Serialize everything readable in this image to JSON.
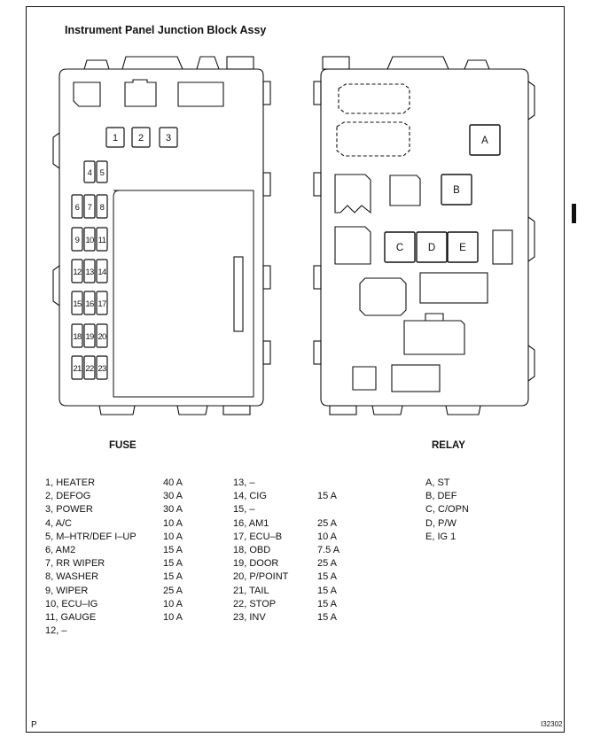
{
  "title": "Instrument Panel Junction Block Assy",
  "corner_left": "P",
  "corner_right": "I32302",
  "diagram": {
    "top_fuses": [
      "1",
      "2",
      "3"
    ],
    "fuse_pair": [
      "4",
      "5"
    ],
    "fuse_rows": [
      [
        "6",
        "7",
        "8"
      ],
      [
        "9",
        "10",
        "11"
      ],
      [
        "12",
        "13",
        "14"
      ],
      [
        "15",
        "16",
        "17"
      ],
      [
        "18",
        "19",
        "20"
      ],
      [
        "21",
        "22",
        "23"
      ]
    ],
    "relays": [
      "A",
      "B",
      "C",
      "D",
      "E"
    ]
  },
  "fuse_heading": "FUSE",
  "relay_heading": "RELAY",
  "fuse_col1": [
    "1, HEATER",
    "2, DEFOG",
    "3, POWER",
    "4, A/C",
    "5, M–HTR/DEF I–UP",
    "6, AM2",
    "7, RR WIPER",
    "8, WASHER",
    "9, WIPER",
    "10, ECU–IG",
    "11, GAUGE",
    "12, –"
  ],
  "amp_col1": [
    "40 A",
    "30 A",
    "30 A",
    "10 A",
    "10 A",
    "15 A",
    "15 A",
    "15 A",
    "25 A",
    "10 A",
    "10 A"
  ],
  "fuse_col2": [
    "13, –",
    "14, CIG",
    "15, –",
    "16, AM1",
    "17, ECU–B",
    "18, OBD",
    "19, DOOR",
    "20, P/POINT",
    "21, TAIL",
    "22, STOP",
    "23, INV"
  ],
  "amp_col2": [
    "",
    "15 A",
    "",
    "25 A",
    "10 A",
    "7.5 A",
    "25 A",
    "15 A",
    "15 A",
    "15 A",
    "15 A"
  ],
  "relay_list": [
    "A, ST",
    "B, DEF",
    "C, C/OPN",
    "D, P/W",
    "E, IG 1"
  ]
}
